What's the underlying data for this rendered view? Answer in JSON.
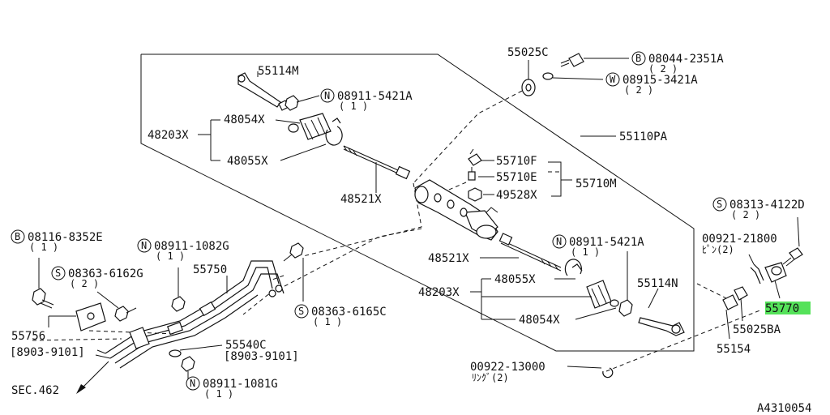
{
  "labels": {
    "p55114m": "55114M",
    "p08911_5421a_top": "08911-5421A",
    "p48203x_top": "48203X",
    "p48054x_top": "48054X",
    "p48055x_top": "48055X",
    "p48521x_top": "48521X",
    "p55025c": "55025C",
    "p08044_2351a": "08044-2351A",
    "p08915_3421a": "08915-3421A",
    "p55110pa": "55110PA",
    "p55710f": "55710F",
    "p55710e": "55710E",
    "p49528x": "49528X",
    "p55710m": "55710M",
    "p48521x_bot": "48521X",
    "p08911_5421a_bot": "08911-5421A",
    "p48203x_bot": "48203X",
    "p48055x_bot": "48055X",
    "p48054x_bot": "48054X",
    "p55114n": "55114N",
    "p08313_4122d": "08313-4122D",
    "p00921_21800": "00921-21800",
    "pin_qty": "ﾋﾟﾝ(2)",
    "p55770": "55770",
    "p55025ba": "55025BA",
    "p55154": "55154",
    "p00922_13000": "00922-13000",
    "ring_qty": "ﾘﾝｸﾞ(2)",
    "p08116_8352e": "08116-8352E",
    "p08911_1082g": "08911-1082G",
    "p08363_6162g": "08363-6162G",
    "p55750": "55750",
    "p55756": "55756",
    "p55756_range": "[8903-9101]",
    "p55540c": "55540C",
    "p55540c_range": "[8903-9101]",
    "p08363_6165c": "08363-6165C",
    "p08911_1081g": "08911-1081G",
    "sec462": "SEC.462",
    "diagram_code": "A4310054"
  },
  "quantities": {
    "q1": "( 1 )",
    "q2": "( 2 )"
  },
  "prefix": {
    "n": "N",
    "b": "B",
    "w": "W",
    "s": "S"
  }
}
